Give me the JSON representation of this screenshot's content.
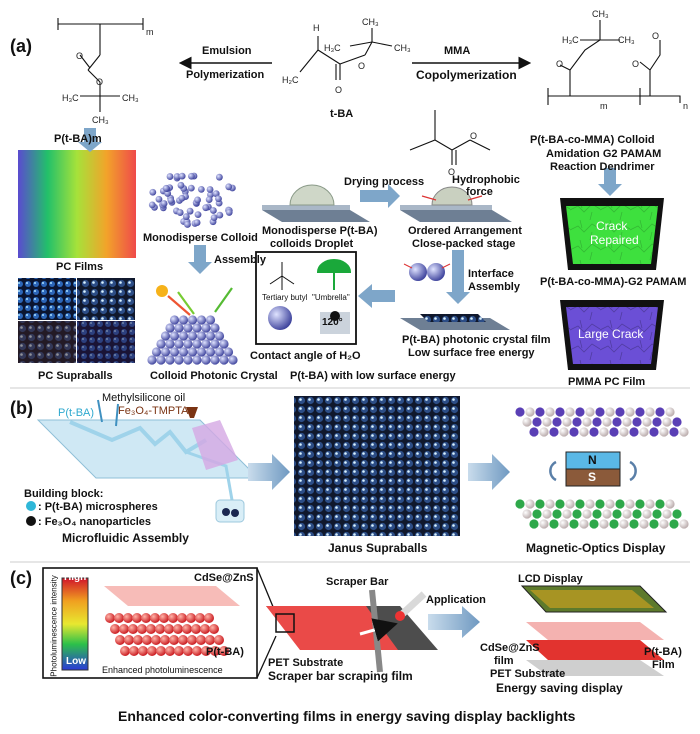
{
  "panels": {
    "a": "(a)",
    "b": "(b)",
    "c": "(c)"
  },
  "a": {
    "emulsion": "Emulsion",
    "polymerization": "Polymerization",
    "mma": "MMA",
    "copolymerization": "Copolymerization",
    "tba": "t-BA",
    "ptba_m": "P(t-BA)m",
    "copolymer": "P(t-BA-co-MMA)  Colloid",
    "amidation": "Amidation    G2 PAMAM",
    "reaction": "Reaction    Dendrimer",
    "pc_films": "PC Films",
    "monodisperse_colloid": "Monodisperse Colloid",
    "assembly": "Assembly",
    "drying": "Drying process",
    "hydrophobic": "Hydrophobic",
    "force": "force",
    "droplet_1": "Monodisperse  P(t-BA)",
    "droplet_2": "colloids  Droplet",
    "ordered_1": "Ordered  Arrangement",
    "ordered_2": "Close-packed  stage",
    "interface_1": "Interface",
    "interface_2": "Assembly",
    "tertiary": "Tertiary butyl",
    "umbrella": "\"Umbrella\"",
    "angle": "120°",
    "contact": "Contact  angle  of  H₂O",
    "film_1": "P(t-BA)  photonic  crystal film",
    "film_2": "Low surface free energy",
    "low_energy": "P(t-BA)  with low surface energy",
    "supraballs": "PC  Supraballs",
    "colloid_pc": "Colloid  Photonic  Crystal",
    "crack_1": "Crack",
    "crack_2": "Repaired",
    "g2": "P(t-BA-co-MMA)-G2  PAMAM",
    "large_crack": "Large Crack",
    "pmma": "PMMA    PC  Film",
    "chem_m": "m",
    "chem_n": "n",
    "chem_o": "O",
    "chem_h": "H",
    "chem_h2c": "H₂C",
    "chem_h3c": "H₃C",
    "chem_ch3": "CH₃"
  },
  "b": {
    "methyl_oil": "Methylsilicone oil",
    "fe_tmpta": "Fe₃O₄-TMPTA",
    "ptba": "P(t-BA)",
    "building": "Building block:",
    "legend_1": ": P(t-BA)  microspheres",
    "legend_2": ": Fe₃O₄  nanoparticles",
    "microfluidic": "Microfluidic Assembly",
    "janus": "Janus Supraballs",
    "magnetic": "Magnetic-Optics  Display",
    "n": "N",
    "s": "S"
  },
  "c": {
    "high": "High",
    "low": "Low",
    "axis": "Photoluminescence intensity",
    "cdse": "CdSe@ZnS",
    "ptba": "P(t-BA)",
    "enhanced": "Enhanced photoluminescence",
    "scraper_bar": "Scraper Bar",
    "pet": "PET Substrate",
    "scraping": "Scraper bar scraping film",
    "application": "Application",
    "lcd": "LCD Display",
    "cdse_film_1": "CdSe@ZnS",
    "cdse_film_2": "film",
    "ptba_film_1": "P(t-BA)",
    "ptba_film_2": "Film",
    "pet2": "PET Substrate",
    "energy": "Energy saving display",
    "caption": "Enhanced color-converting films in energy saving display backlights"
  },
  "colors": {
    "arrow": "#7ea6c9",
    "crack_green": "#3ee03e",
    "crack_purple": "#6b4fd6",
    "red_film": "#e8302c",
    "dark_blue": "#0d1630"
  }
}
